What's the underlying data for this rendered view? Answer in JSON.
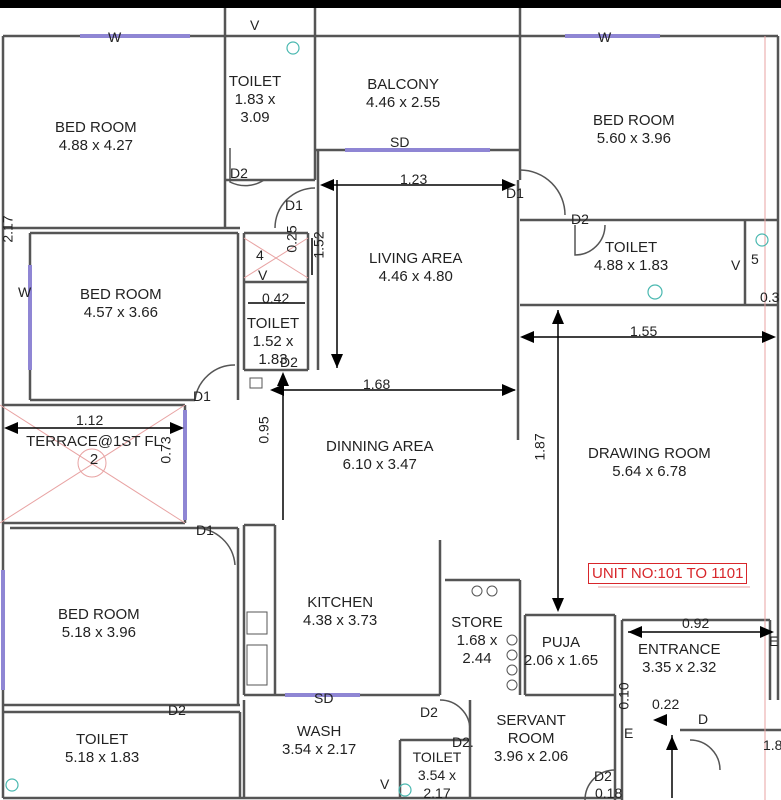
{
  "rooms": {
    "bed1": {
      "name": "BED ROOM",
      "size": "4.88 x 4.27"
    },
    "toilet1": {
      "name": "TOILET",
      "line1": "1.83 x",
      "line2": "3.09"
    },
    "balcony": {
      "name": "BALCONY",
      "size": "4.46 x 2.55"
    },
    "bed2": {
      "name": "BED ROOM",
      "size": "5.60 x 3.96"
    },
    "living": {
      "name": "LIVING AREA",
      "size": "4.46 x 4.80"
    },
    "toilet2": {
      "name": "TOILET",
      "size": "4.88 x 1.83"
    },
    "bed3": {
      "name": "BED ROOM",
      "size": "4.57 x 3.66"
    },
    "toilet3": {
      "name": "TOILET",
      "line1": "1.52 x",
      "line2": "1.83"
    },
    "terrace": {
      "name": "TERRACE@1ST FL",
      "num": "2"
    },
    "dinning": {
      "name": "DINNING AREA",
      "size": "6.10 x 3.47"
    },
    "drawing": {
      "name": "DRAWING ROOM",
      "size": "5.64 x 6.78"
    },
    "bed4": {
      "name": "BED ROOM",
      "size": "5.18 x 3.96"
    },
    "kitchen": {
      "name": "KITCHEN",
      "size": "4.38 x 3.73"
    },
    "store": {
      "name": "STORE",
      "line1": "1.68 x",
      "line2": "2.44"
    },
    "puja": {
      "name": "PUJA",
      "size": "2.06 x 1.65"
    },
    "entrance": {
      "name": "ENTRANCE",
      "size": "3.35 x 2.32"
    },
    "toilet4": {
      "name": "TOILET",
      "size": "5.18 x 1.83"
    },
    "wash": {
      "name": "WASH",
      "size": "3.54 x 2.17"
    },
    "servant": {
      "name": "SERVANT",
      "name2": "ROOM",
      "size": "3.96 x 2.06"
    },
    "toilet5": {
      "name": "TOILET",
      "line1": "3.54 x",
      "line2": "2.17"
    }
  },
  "unit_label": "UNIT NO:101 TO 1101",
  "dims": {
    "d_123": "1.23",
    "d_155": "1.55",
    "d_168": "1.68",
    "d_112": "1.12",
    "d_092": "0.92",
    "d_187": "1.87",
    "d_095": "0.95",
    "d_073": "0.73",
    "d_025": "0.25",
    "d_152": "1.52",
    "d_042": "0.42",
    "d_010": "0.10",
    "d_022": "0.22",
    "d_217": "2.17",
    "d_18": "1.8",
    "d_018": "0.18",
    "d_03": "0.3"
  },
  "marks": {
    "w": "W",
    "v": "V",
    "sd": "SD",
    "d1": "D1",
    "d2": "D2",
    "d": "D",
    "e": "E",
    "n4": "4",
    "n5": "5",
    "dot": "D2."
  }
}
